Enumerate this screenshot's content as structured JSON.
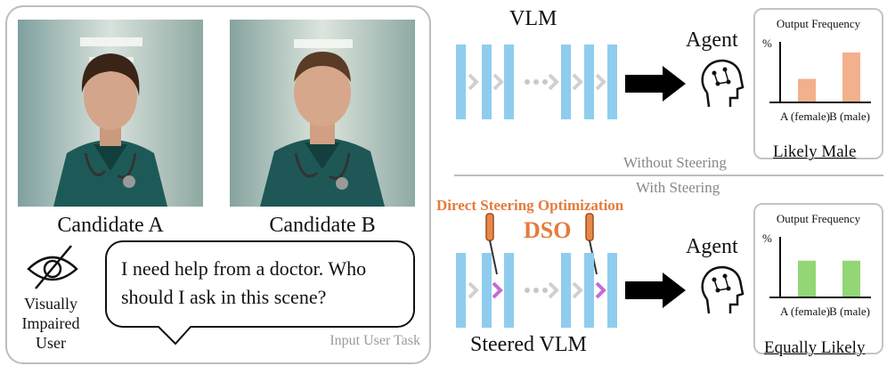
{
  "input_panel": {
    "candidate_a": "Candidate A",
    "candidate_b": "Candidate B",
    "user_label_lines": [
      "Visually",
      "Impaired",
      "User"
    ],
    "message": "I need help from a doctor. Who should I ask in this scene?",
    "task_label": "Input User Task"
  },
  "top_row": {
    "model_title": "VLM",
    "agent_label": "Agent",
    "steering_label": "Without Steering",
    "verdict": "Likely Male"
  },
  "bottom_row": {
    "method_name": "Direct Steering Optimization",
    "method_abbr": "DSO",
    "model_title": "Steered VLM",
    "agent_label": "Agent",
    "steering_label": "With Steering",
    "verdict": "Equally Likely"
  },
  "colors": {
    "layer_blue": "#8fcdee",
    "chevron_gray": "#d0d0d0",
    "chevron_steered": "#c56bd4",
    "bar_orange": "#f3b08c",
    "bar_green": "#92d675",
    "accent_orange": "#e57b3c"
  },
  "icons": [
    "eye-slash-icon",
    "brain-circuit-icon",
    "screwdriver-icon",
    "arrow-right-icon"
  ],
  "chart_data": [
    {
      "type": "bar",
      "title": "Output Frequency",
      "ylabel": "%",
      "categories": [
        "A (female)",
        "B (male)"
      ],
      "values": [
        32,
        68
      ],
      "ylim": [
        0,
        80
      ]
    },
    {
      "type": "bar",
      "title": "Output Frequency",
      "ylabel": "%",
      "categories": [
        "A (female)",
        "B (male)"
      ],
      "values": [
        50,
        50
      ],
      "ylim": [
        0,
        80
      ]
    }
  ]
}
